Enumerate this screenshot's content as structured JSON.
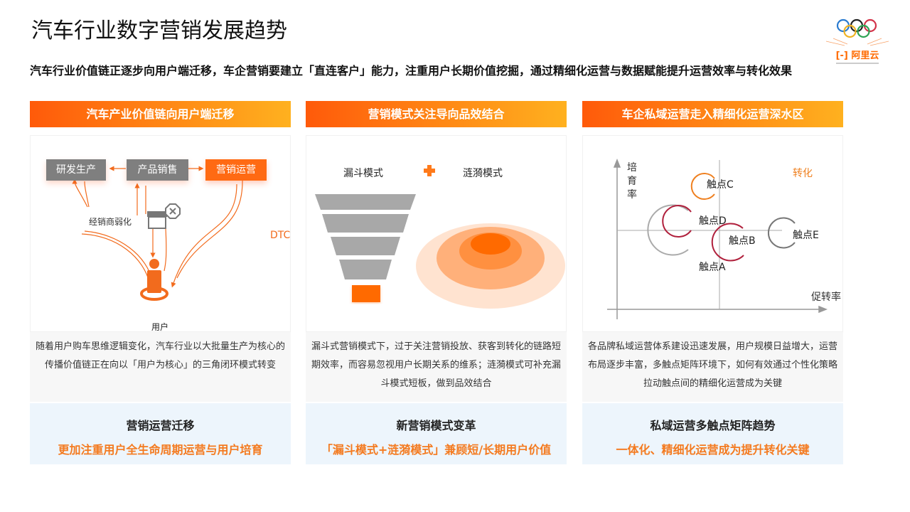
{
  "title": "汽车行业数字营销发展趋势",
  "subtitle": "汽车行业价值链正逐步向用户端迁移，车企营销要建立「直连客户」能力，注重用户长期价值挖掘，通过精细化运营与数据赋能提升运营效率与转化效果",
  "logo": {
    "text": "阿里云"
  },
  "colors": {
    "accent": "#ff6a00",
    "blue_bg": "#edf5fc",
    "gray_bg": "#f7f7f7"
  },
  "columns": [
    {
      "header": "汽车产业价值链向用户端迁移",
      "diagram": {
        "boxes": [
          "研发生产",
          "产品销售",
          "营销运营"
        ],
        "dealer_label": "经销商弱化",
        "dtc_label": "DTC",
        "user_label": "用户"
      },
      "description": "随着用户购车思维逻辑变化，汽车行业以大批量生产为核心的传播价值链正在向以「用户为核心」的三角闭环模式转变",
      "bottom_title": "营销运营迁移",
      "bottom_subtitle": "更加注重用户全生命周期运营与用户培育"
    },
    {
      "header": "营销模式关注导向品效结合",
      "diagram": {
        "funnel_label": "漏斗模式",
        "plus": "+",
        "ripple_label": "涟漪模式"
      },
      "description": "漏斗式营销模式下，过于关注营销投放、获客到转化的链路短期效率，而容易忽视用户长期关系的维系；涟漪模式可补充漏斗模式短板，做到品效结合",
      "bottom_title": "新营销模式变革",
      "bottom_subtitle": "「漏斗模式+涟漪模式」兼顾短/长期用户价值"
    },
    {
      "header": "车企私域运营走入精细化运营深水区",
      "diagram": {
        "y_axis": "培育率",
        "x_axis": "促转率",
        "quadrant_label": "转化",
        "points": [
          "触点A",
          "触点B",
          "触点C",
          "触点D",
          "触点E"
        ]
      },
      "description": "各品牌私域运营体系建设迅速发展，用户规模日益增大，运营布局逐步丰富，多触点矩阵环境下，如何有效通过个性化策略拉动触点间的精细化运营成为关键",
      "bottom_title": "私域运营多触点矩阵趋势",
      "bottom_subtitle": "一体化、精细化运营成为提升转化关键"
    }
  ]
}
